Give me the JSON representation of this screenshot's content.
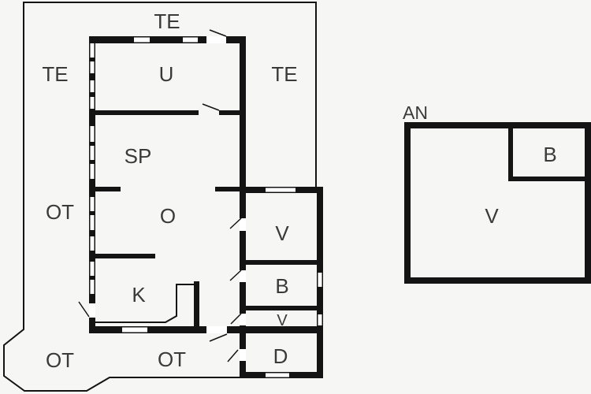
{
  "colors": {
    "background": "#f6f6f4",
    "wall": "#141414",
    "floor": "#f6f6f4",
    "opening": "#ffffff",
    "label": "#3a3a3a"
  },
  "floor_plan": {
    "outdoor_areas": {
      "te_top": "TE",
      "te_left": "TE",
      "te_right": "TE",
      "ot_left": "OT",
      "ot_bottom_left": "OT",
      "ot_bottom_center": "OT"
    },
    "main_house_rooms": {
      "u": "U",
      "sp": "SP",
      "o": "O",
      "k": "K",
      "v1": "V",
      "b1": "B",
      "v2": "V",
      "d": "D"
    },
    "annex": {
      "title": "AN",
      "v": "V",
      "b": "B"
    }
  }
}
